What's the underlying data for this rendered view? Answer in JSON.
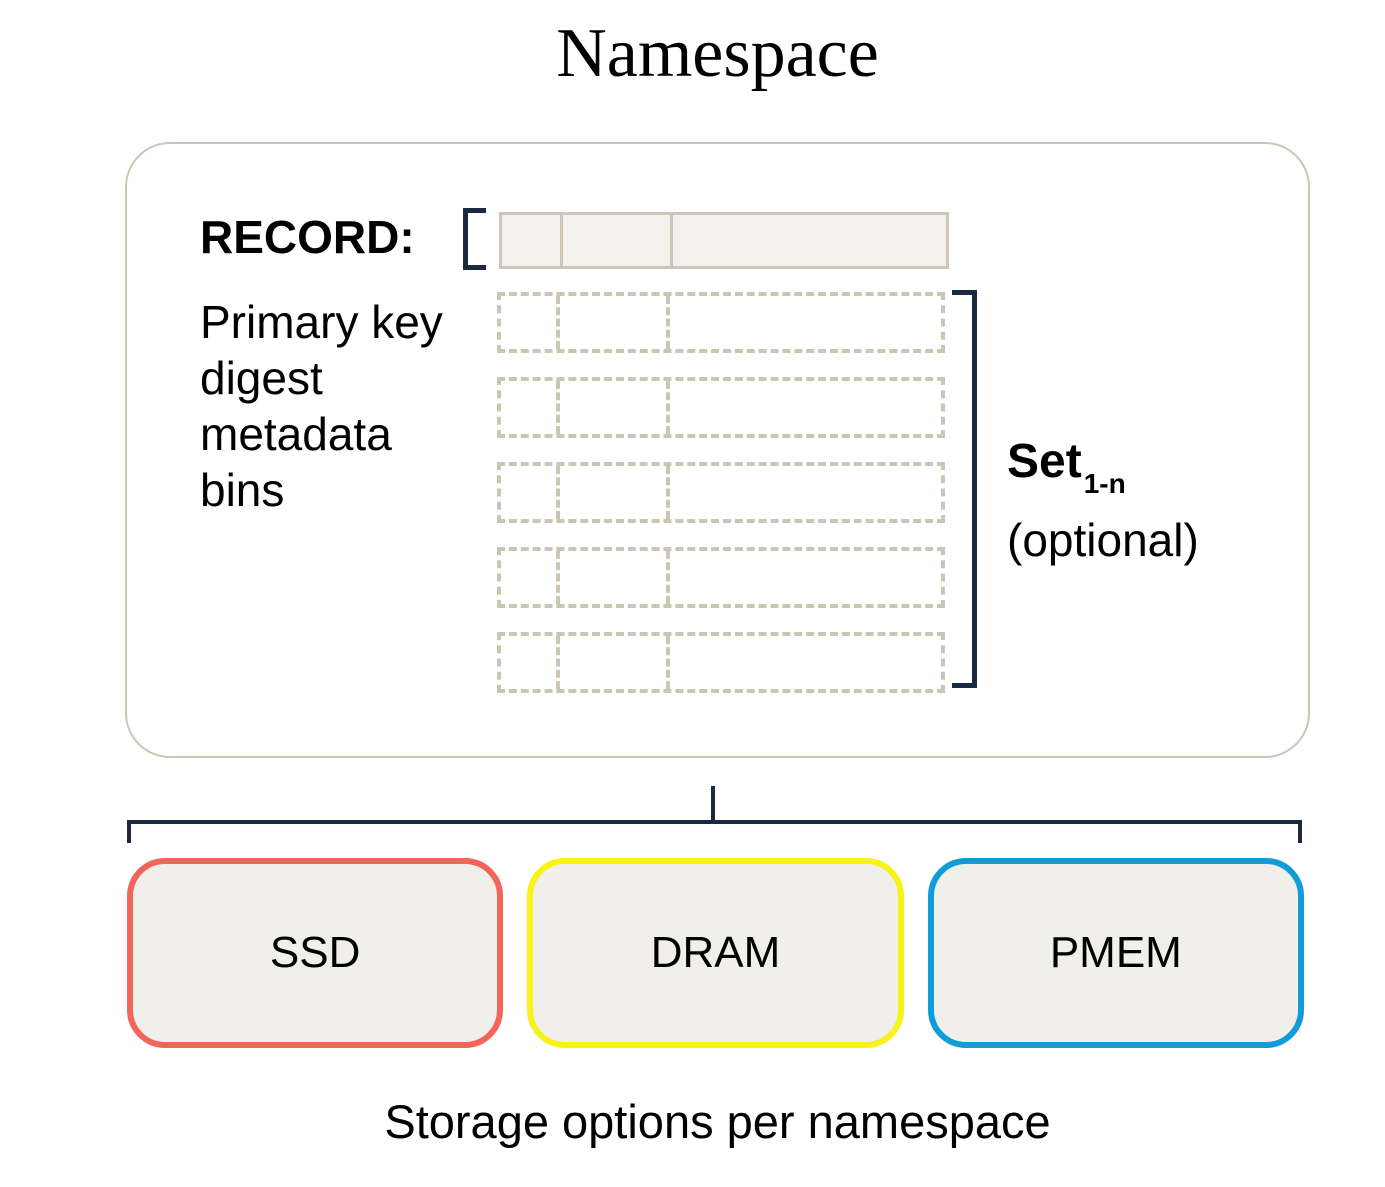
{
  "title": "Namespace",
  "namespace": {
    "record_label": "RECORD:",
    "field_labels": [
      "Primary key",
      "digest",
      "metadata",
      "bins"
    ],
    "record_row_count": 5,
    "set_label": "Set",
    "set_subscript": "1-n",
    "set_note": "(optional)"
  },
  "storage": {
    "caption": "Storage options per namespace",
    "options": [
      {
        "label": "SSD",
        "border_color": "#f1655a"
      },
      {
        "label": "DRAM",
        "border_color": "#f7f218"
      },
      {
        "label": "PMEM",
        "border_color": "#109cd9"
      }
    ]
  },
  "colors": {
    "bracket_navy": "#1a2940",
    "outline_tan": "#cdc6b6",
    "dashed_tan": "#cbc5b3",
    "record_fill": "#f3f1ec",
    "storage_fill": "#f0efeb"
  }
}
